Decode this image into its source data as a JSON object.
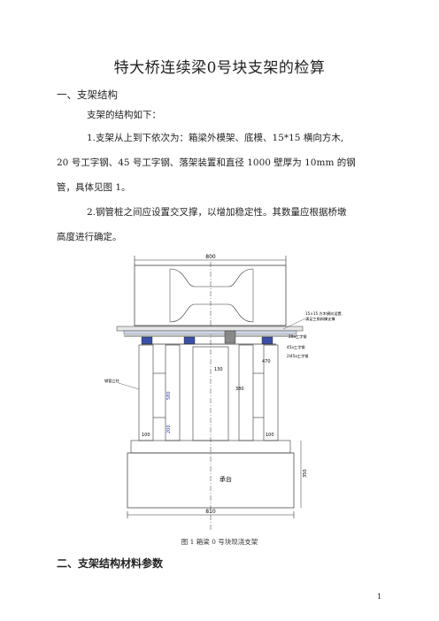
{
  "title": "特大桥连续梁0号块支架的检算",
  "section1": {
    "heading": "一、支架结构",
    "intro": "支架的结构如下：",
    "item1_line1": "1.支架从上到下依次为：箱梁外模架、底模、15*15 横向方木,",
    "item1_line2": "20 号工字钢、45 号工字钢、落架装置和直径 1000 壁厚为 10mm 的钢",
    "item1_line3": "管，具体见图 1。",
    "item2_line1": "2.钢管桩之间应设置交叉撑，以增加稳定性。其数量应根据桥墩",
    "item2_line2": "高度进行确定。"
  },
  "figure": {
    "dim_top": "800",
    "label_timber": "15×15 方木横向设置,",
    "label_timber2": "满足三角斜撑支撑",
    "label_i20": "20a工字钢",
    "label_i45": "45a工字钢",
    "label_i45b": "2I45a工字钢",
    "label_pile": "钢管立柱",
    "dim_130": "130",
    "dim_470": "470",
    "dim_380": "380",
    "dim_580": "580",
    "dim_200": "200",
    "dim_100a": "100",
    "dim_100b": "100",
    "cap_label": "承台",
    "dim_bottom": "810",
    "dim_350": "350",
    "caption": "图 1  箱梁 0 号块现浇支架"
  },
  "section2": {
    "heading": "二、支架结构材料参数"
  },
  "page_number": "1"
}
